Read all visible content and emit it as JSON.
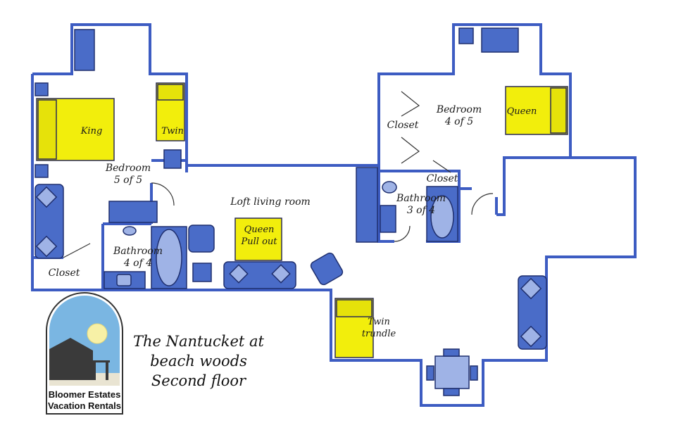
{
  "rooms": {
    "bedroom5": "Bedroom\n5 of 5",
    "bedroom4": "Bedroom\n4 of 5",
    "loft": "Loft living room",
    "bath4": "Bathroom\n4 of 4",
    "bath3": "Bathroom\n3 of 4",
    "closet_left": "Closet",
    "closet_mid": "Closet",
    "closet_right": "Closet"
  },
  "beds": {
    "king": "King",
    "twin": "Twin",
    "queen": "Queen",
    "queen_pullout": "Queen\nPull out",
    "twin_trundle": "Twin\ntrundle"
  },
  "title": "The Nantucket at\nbeach woods\nSecond floor",
  "logo": {
    "line1": "Bloomer Estates",
    "line2": "Vacation Rentals"
  },
  "colors": {
    "wall": "#3d5cc2",
    "bed": "#f2ee0c",
    "furniture": "#4a6cc8"
  }
}
